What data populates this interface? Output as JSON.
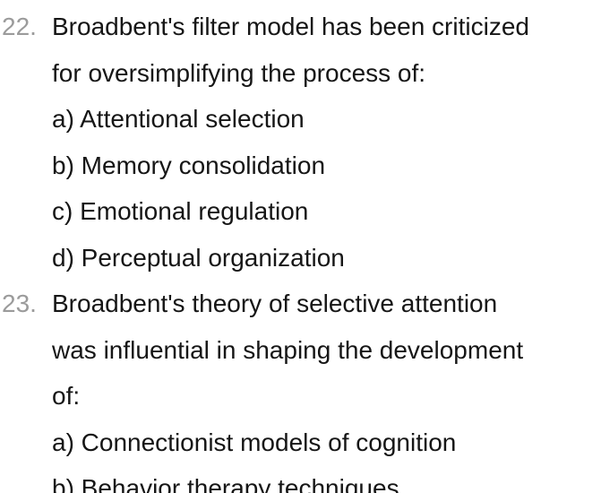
{
  "page": {
    "background_color": "#ffffff",
    "text_color": "#161616",
    "number_color": "#9b9b9b"
  },
  "questions": [
    {
      "number": "22.",
      "lines": [
        "Broadbent's filter model has been criticized",
        "for oversimplifying the process of:",
        "a) Attentional selection",
        "b) Memory consolidation",
        "c) Emotional regulation",
        "d) Perceptual organization"
      ]
    },
    {
      "number": "23.",
      "lines": [
        "Broadbent's theory of selective attention",
        "was influential in shaping the development",
        "of:",
        "a) Connectionist models of cognition",
        "b) Behavior therapy techniques"
      ]
    }
  ]
}
